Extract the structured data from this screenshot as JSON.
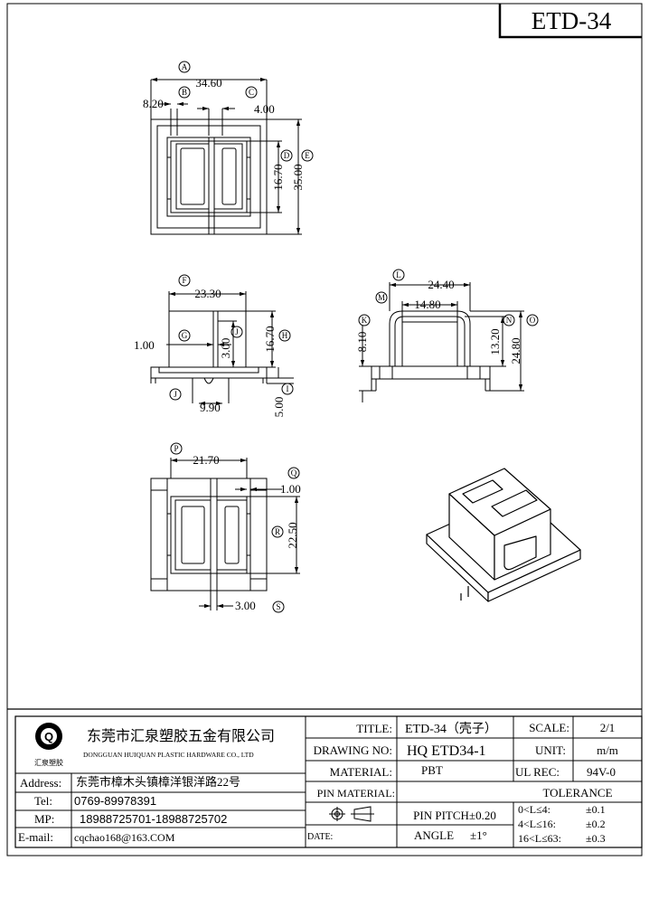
{
  "drawing_title": "ETD-34",
  "dimensions": {
    "top_view": {
      "a": {
        "marker": "A",
        "value": "34.60"
      },
      "b": {
        "marker": "B",
        "value": "8.20"
      },
      "c": {
        "marker": "C",
        "value": "4.00"
      },
      "d": {
        "marker": "D",
        "value": "16.70"
      },
      "e": {
        "marker": "E",
        "value": "35.00"
      }
    },
    "front_view": {
      "f": {
        "marker": "F",
        "value": "23.30"
      },
      "g": {
        "marker": "G",
        "value": "1.00"
      },
      "j": {
        "marker": "J",
        "value": "3.00"
      },
      "h": {
        "marker": "H",
        "value": "16.70"
      },
      "i": {
        "marker": "I",
        "value": "5.00"
      },
      "j2": {
        "marker": "J",
        "value": "9.90"
      }
    },
    "side_view": {
      "l": {
        "marker": "L",
        "value": "24.40"
      },
      "m": {
        "marker": "M",
        "value": "14.80"
      },
      "k": {
        "marker": "K",
        "value": "8.10"
      },
      "n": {
        "marker": "N",
        "value": "13.20"
      },
      "o": {
        "marker": "O",
        "value": "24.80"
      }
    },
    "bottom_view": {
      "p": {
        "marker": "P",
        "value": "21.70"
      },
      "q": {
        "marker": "Q",
        "value": "1.00"
      },
      "r": {
        "marker": "R",
        "value": "22.50"
      },
      "s": {
        "marker": "S",
        "value": "3.00"
      }
    }
  },
  "title_block": {
    "company_cn": "东莞市汇泉塑胶五金有限公司",
    "company_en": "DONGGUAN HUIQUAN PLASTIC HARDWARE CO., LTD",
    "logo_text": "汇泉塑胶",
    "address_label": "Address:",
    "address_value": "东莞市樟木头镇樟洋银洋路22号",
    "tel_label": "Tel:",
    "tel_value": "0769-89978391",
    "mp_label": "MP:",
    "mp_value": "18988725701-18988725702",
    "email_label": "E-mail:",
    "email_value": "cqchao168@163.COM",
    "title_label": "TITLE:",
    "title_value": "ETD-34（壳子）",
    "scale_label": "SCALE:",
    "scale_value": "2/1",
    "drawing_no_label": "DRAWING NO:",
    "drawing_no_value": "HQ ETD34-1",
    "unit_label": "UNIT:",
    "unit_value": "m/m",
    "material_label": "MATERIAL:",
    "material_value": "PBT",
    "ul_label": "UL REC:",
    "ul_value": "94V-0",
    "pin_material_label": "PIN MATERIAL:",
    "tolerance_label": "TOLERANCE",
    "pin_pitch": "PIN PITCH±0.20",
    "angle_label": "ANGLE",
    "angle_value": "±1°",
    "tol_1": "0<L≤4:",
    "tol_1_v": "±0.1",
    "tol_2": "4<L≤16:",
    "tol_2_v": "±0.2",
    "tol_3": "16<L≤63:",
    "tol_3_v": "±0.3",
    "date_label": "DATE:"
  }
}
